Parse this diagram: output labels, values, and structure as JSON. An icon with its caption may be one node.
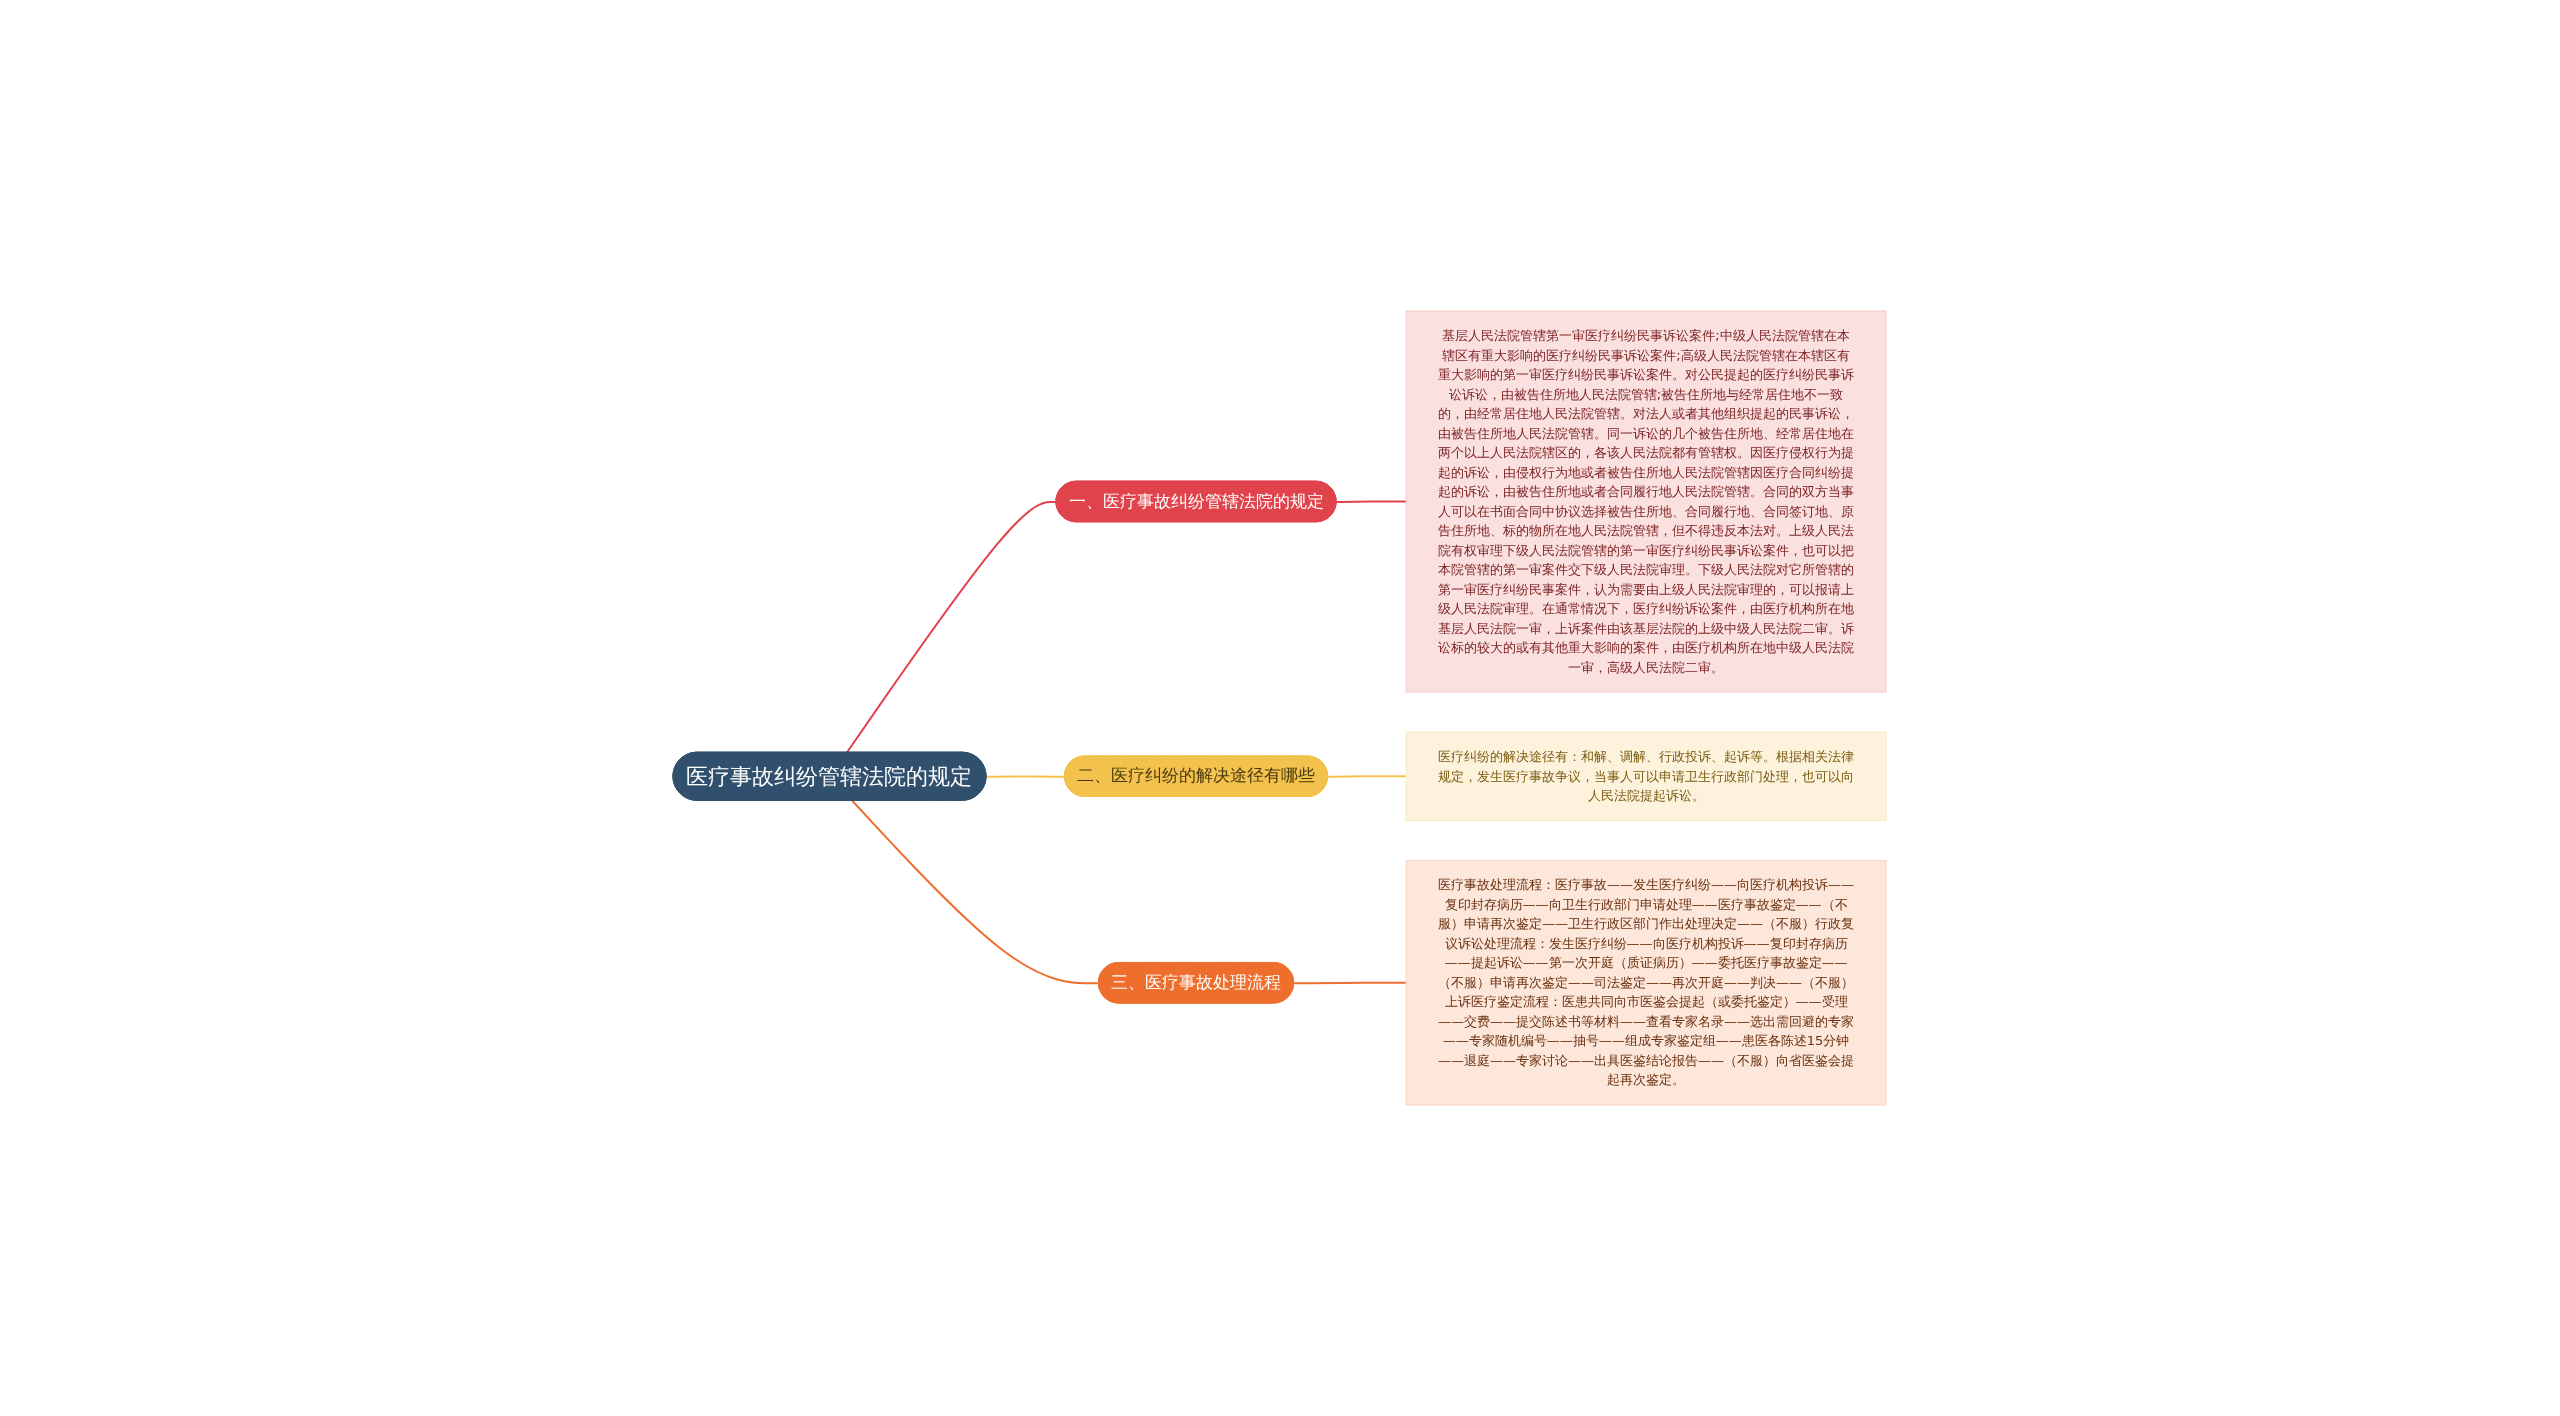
{
  "diagram": {
    "nodes": [
      {
        "text": [
          "医疗事故纠纷管辖法院的规定"
        ]
      },
      {
        "text": [
          "一、医疗事故纠纷管辖法院的规定"
        ]
      },
      {
        "text": [
          "基层人民法院管辖第一审医疗纠纷民事诉讼案件;中级人民法院管辖在本辖区有重大影响的医疗纠纷民事诉讼案件;高级人民法院管辖在本辖区有重大影响的第一审医疗纠纷民事诉讼案件。对公民提起的医疗纠纷民事诉讼诉讼，由被告住所地人民法院管辖;被告住所地与经常居住地不一致的，由经常居住地人民法院管辖。对法人或者其他组织提起的民事诉讼，由被告住所地人民法院管辖。同一诉讼的几个被告住所地、经常居住地在两个以上人民法院辖区的，各该人民法院都有管辖权。因医疗侵权行为提起的诉讼，由侵权行为地或者被告住所地人民法院管辖因医疗合同纠纷提起的诉讼，由被告住所地或者合同履行地人民法院管辖。合同的双方当事人可以在书面合同中协议选择被告住所地、合同履行地、合同签订地、原告住所地、标的物所在地人民法院管辖，但不得违反本法对。上级人民法院有权审理下级人民法院管辖的第一审医疗纠纷民事诉讼案件，也可以把本院管辖的第一审案件交下级人民法院审理。下级人民法院对它所管辖的第一审医疗纠纷民事案件，认为需要由上级人民法院审理的，可以报请上级人民法院审理。在通常情况下，医疗纠纷诉讼案件，由医疗机构所在地基层人民法院一审，上诉案件由该基层法院的上级中级人民法院二审。诉讼标的较大的或有其他重大影响的案件，由医疗机构所在地中级人民法院一审，高级人民法院二审。"
        ]
      },
      {
        "text": [
          "二、医疗纠纷的解决途径有哪些"
        ]
      },
      {
        "text": [
          "医疗纠纷的解决途径有：和解、调解、行政投诉、起诉等。根据相关法律规定，发生医疗事故争议，当事人可以申请卫生行政部门处理，也可以向人民法院提起诉讼。"
        ]
      },
      {
        "text": [
          "三、医疗事故处理流程"
        ]
      },
      {
        "text": [
          "医疗事故处理流程：医疗事故——发生医疗纠纷——向医疗机构投诉——复印封存病历——向卫生行政部门申请处理——医疗事故鉴定——（不服）申请再次鉴定——卫生行政区部门作出处理决定——（不服）行政复议诉讼处理流程：发生医疗纠纷——向医疗机构投诉——复印封存病历——提起诉讼——第一次开庭（质证病历）——委托医疗事故鉴定——（不服）申请再次鉴定——司法鉴定——再次开庭——判决——（不服）上诉医疗鉴定流程：医患共同向市医鉴会提起（或委托鉴定）——受理——交费——提交陈述书等材料——查看专家名录——选出需回避的专家——专家随机编号——抽号——组成专家鉴定组——患医各陈述15分钟——退庭——专家讨论——出具医鉴结论报告——（不服）向省医鉴会提起再次鉴定。"
        ]
      }
    ],
    "edges": [
      {
        "from": 0,
        "to": 1,
        "arrow": "none",
        "color": "#e0434b"
      },
      {
        "from": 1,
        "to": 2,
        "arrow": "none",
        "color": "#e0434b"
      },
      {
        "from": 0,
        "to": 3,
        "arrow": "none",
        "color": "#f3c24d"
      },
      {
        "from": 3,
        "to": 4,
        "arrow": "none",
        "color": "#f3c24d"
      },
      {
        "from": 0,
        "to": 5,
        "arrow": "none",
        "color": "#ee6f2d"
      },
      {
        "from": 5,
        "to": 6,
        "arrow": "none",
        "color": "#ee6f2d"
      }
    ]
  }
}
